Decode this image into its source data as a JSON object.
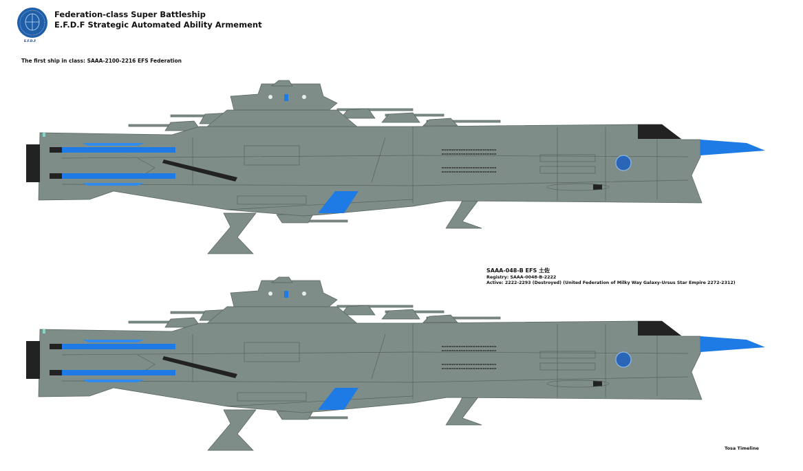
{
  "header": {
    "logo_text": "E.F.D.F",
    "title_line1": "Federation-class Super Battleship",
    "title_line2": "E.F.D.F Strategic Automated Ability Armement"
  },
  "first_ship_label": "The first ship in class: SAAA-2100-2216 EFS Federation",
  "second_ship": {
    "name": "SAAA-048-B EFS 土佐",
    "registry": "Registry: SAAA-0048-B-2222",
    "active": "Active: 2222-2293 (Destroyed) (United Federation of Milky Way Galaxy-Ursus Star Empire 2272-2312)"
  },
  "credit": "Tosa Timeline",
  "colors": {
    "hull": "#7e8d87",
    "lines": "#56625d",
    "accent_blue": "#1e7be6",
    "dark": "#222222",
    "logo": "#1f5ea8"
  }
}
